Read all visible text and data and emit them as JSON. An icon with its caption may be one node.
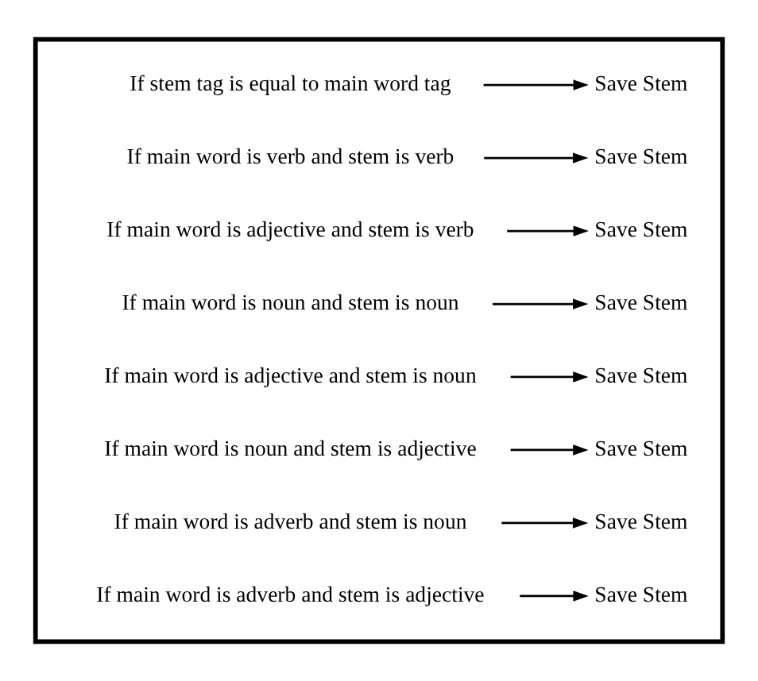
{
  "diagram": {
    "nodes": [
      {
        "text": [],
        "shape": "box"
      },
      {
        "text": [
          "If stem tag is equal to main word tag"
        ],
        "in": 0
      },
      {
        "text": [
          "Save Stem"
        ],
        "in": 0
      },
      {
        "text": [
          "If main word is verb and stem is verb"
        ],
        "in": 0
      },
      {
        "text": [
          "Save Stem"
        ],
        "in": 0
      },
      {
        "text": [
          "If main word is adjective and stem is verb"
        ],
        "in": 0
      },
      {
        "text": [
          "Save Stem"
        ],
        "in": 0
      },
      {
        "text": [
          "If main word is noun and stem is noun"
        ],
        "in": 0
      },
      {
        "text": [
          "Save Stem"
        ],
        "in": 0
      },
      {
        "text": [
          "If main word is adjective and stem is noun"
        ],
        "in": 0
      },
      {
        "text": [
          "Save Stem"
        ],
        "in": 0
      },
      {
        "text": [
          "If main word is noun and stem is adjective"
        ],
        "in": 0
      },
      {
        "text": [
          "Save Stem"
        ],
        "in": 0
      },
      {
        "text": [
          "If main word is adverb and stem is noun"
        ],
        "in": 0
      },
      {
        "text": [
          "Save Stem"
        ],
        "in": 0
      },
      {
        "text": [
          "If main word is adverb and stem is adjective"
        ],
        "in": 0
      },
      {
        "text": [
          "Save Stem"
        ],
        "in": 0
      }
    ],
    "edges": [
      {
        "from": 1,
        "to": 2,
        "arrow": "to"
      },
      {
        "from": 3,
        "to": 4,
        "arrow": "to"
      },
      {
        "from": 5,
        "to": 6,
        "arrow": "to"
      },
      {
        "from": 7,
        "to": 8,
        "arrow": "to"
      },
      {
        "from": 9,
        "to": 10,
        "arrow": "to"
      },
      {
        "from": 11,
        "to": 12,
        "arrow": "to"
      },
      {
        "from": 13,
        "to": 14,
        "arrow": "to"
      },
      {
        "from": 15,
        "to": 16,
        "arrow": "to"
      }
    ]
  }
}
